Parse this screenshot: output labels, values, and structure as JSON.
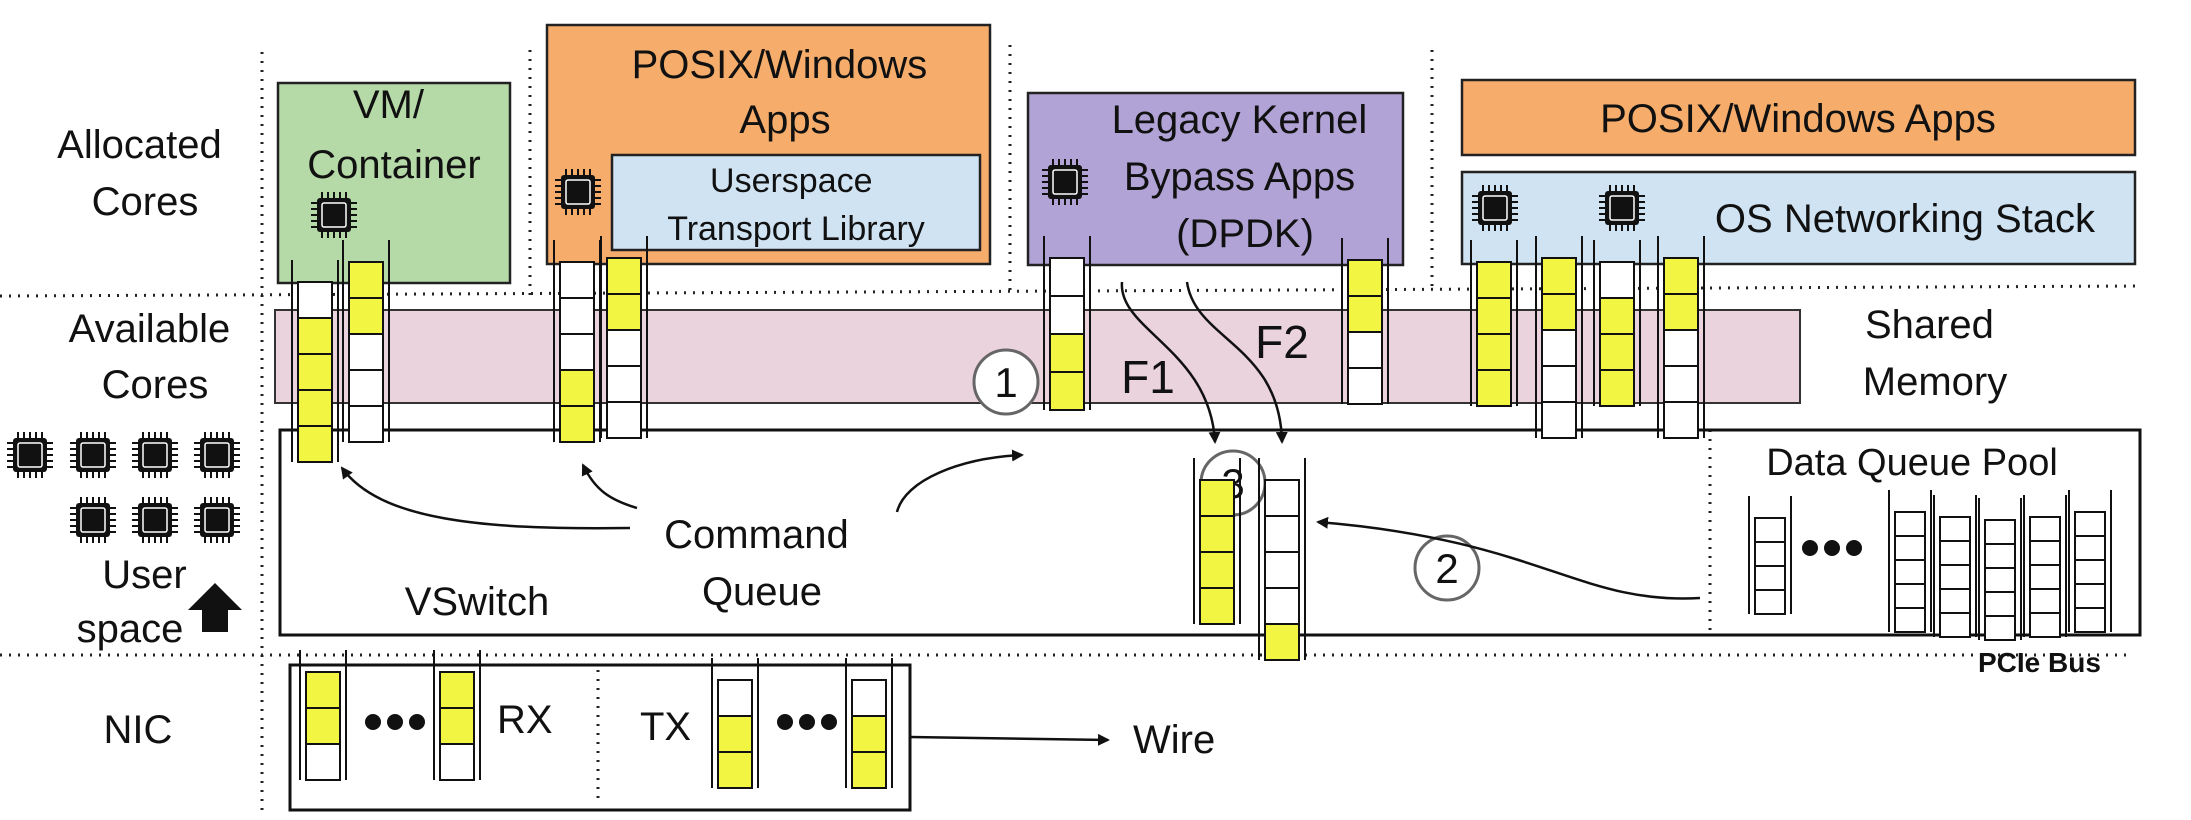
{
  "labels": {
    "allocated_cores": [
      "Allocated",
      "Cores"
    ],
    "available_cores": [
      "Available",
      "Cores"
    ],
    "user_space": [
      "User",
      "space"
    ],
    "nic": "NIC",
    "shared_memory": [
      "Shared",
      "Memory"
    ],
    "pcie_bus": "PCIe Bus",
    "vswitch": "VSwitch",
    "command_queue": [
      "Command",
      "Queue"
    ],
    "data_queue_pool": "Data Queue Pool",
    "rx": "RX",
    "tx": "TX",
    "wire": "Wire",
    "f1": "F1",
    "f2": "F2"
  },
  "apps": {
    "vm_container": [
      "VM/",
      "Container"
    ],
    "posix_windows_apps_1": [
      "POSIX/Windows",
      "Apps"
    ],
    "userspace_transport_library": [
      "Userspace",
      "Transport Library"
    ],
    "legacy_kernel_bypass": [
      "Legacy Kernel",
      "Bypass Apps",
      "(DPDK)"
    ],
    "posix_windows_apps_2": "POSIX/Windows Apps",
    "os_networking_stack": "OS Networking Stack"
  },
  "steps": [
    "1",
    "2",
    "3"
  ],
  "colors": {
    "vm_green": "#b5d9a7",
    "posix_orange": "#f6ad6b",
    "userspace_blue": "#cfe3f3",
    "legacy_purple": "#b2a3d6",
    "shared_memory_pink": "#ebd3de",
    "queue_yellow": "#f2f542"
  }
}
